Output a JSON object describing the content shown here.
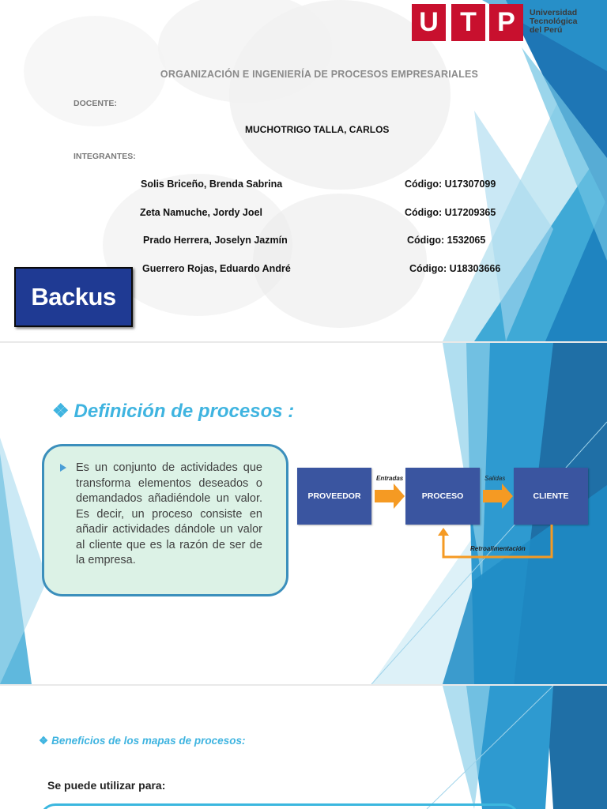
{
  "slide1": {
    "course_title": "ORGANIZACIÓN E INGENIERÍA DE PROCESOS EMPRESARIALES",
    "docente_label": "DOCENTE:",
    "docente_name": "MUCHOTRIGO TALLA, CARLOS",
    "integrantes_label": "INTEGRANTES:",
    "members": [
      {
        "name": "Solis Briceño, Brenda Sabrina",
        "code": "Código: U17307099"
      },
      {
        "name": "Zeta Namuche, Jordy Joel",
        "code": "Código: U17209365"
      },
      {
        "name": "Prado Herrera, Joselyn Jazmín",
        "code": "Código: 1532065"
      },
      {
        "name": "Guerrero Rojas, Eduardo André",
        "code": "Código: U18303666"
      }
    ],
    "utp_logo": {
      "letters": [
        "U",
        "T",
        "P"
      ],
      "name_lines": [
        "Universidad",
        "Tecnológica",
        "del Perú"
      ],
      "brand_color": "#c8102e"
    },
    "backus_logo": {
      "text": "Backus",
      "brand_color": "#1f3a93"
    }
  },
  "slide2": {
    "heading": "Definición de procesos :",
    "bullet_icon": "diamond-star-bullet-icon",
    "definition": "Es un conjunto de actividades que transforma elementos deseados o demandados añadiéndole un valor. Es decir, un proceso consiste en añadir actividades dándole un valor al cliente que es la razón de ser de la empresa.",
    "diagram": {
      "boxes": [
        "PROVEEDOR",
        "PROCESO",
        "CLIENTE"
      ],
      "label_inputs": "Entradas",
      "label_outputs": "Salidas",
      "label_feedback": "Retroalimentación",
      "box_color": "#3a55a0",
      "arrow_color": "#f59a23"
    }
  },
  "slide3": {
    "heading": "Beneficios de los mapas de procesos:",
    "subheading": "Se puede utilizar para:"
  },
  "theme": {
    "accent": "#3fb4e0",
    "dark_blue": "#1f5f8f"
  }
}
